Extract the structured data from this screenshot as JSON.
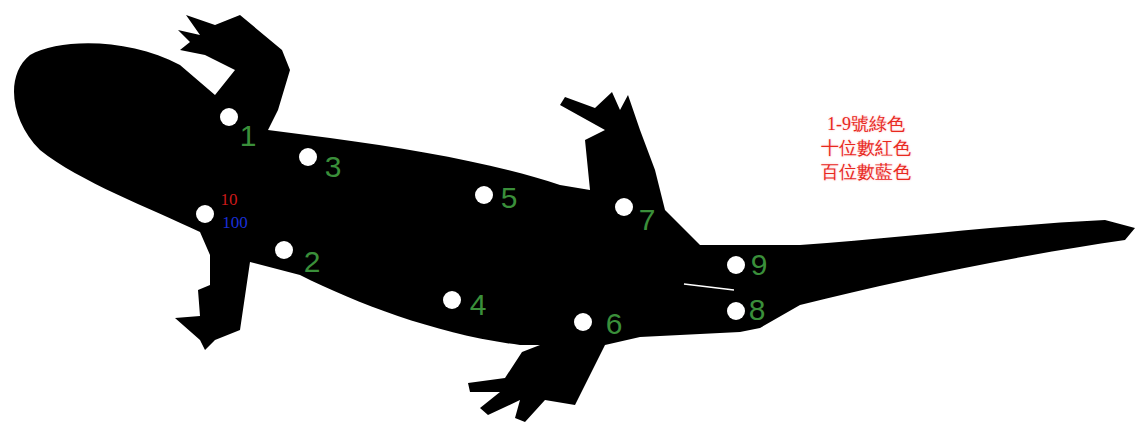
{
  "diagram": {
    "labels": [
      "1",
      "2",
      "3",
      "4",
      "5",
      "6",
      "7",
      "8",
      "9",
      "10",
      "100",
      "1-9號綠色",
      "十位數紅色",
      "百位數藍色"
    ]
  }
}
